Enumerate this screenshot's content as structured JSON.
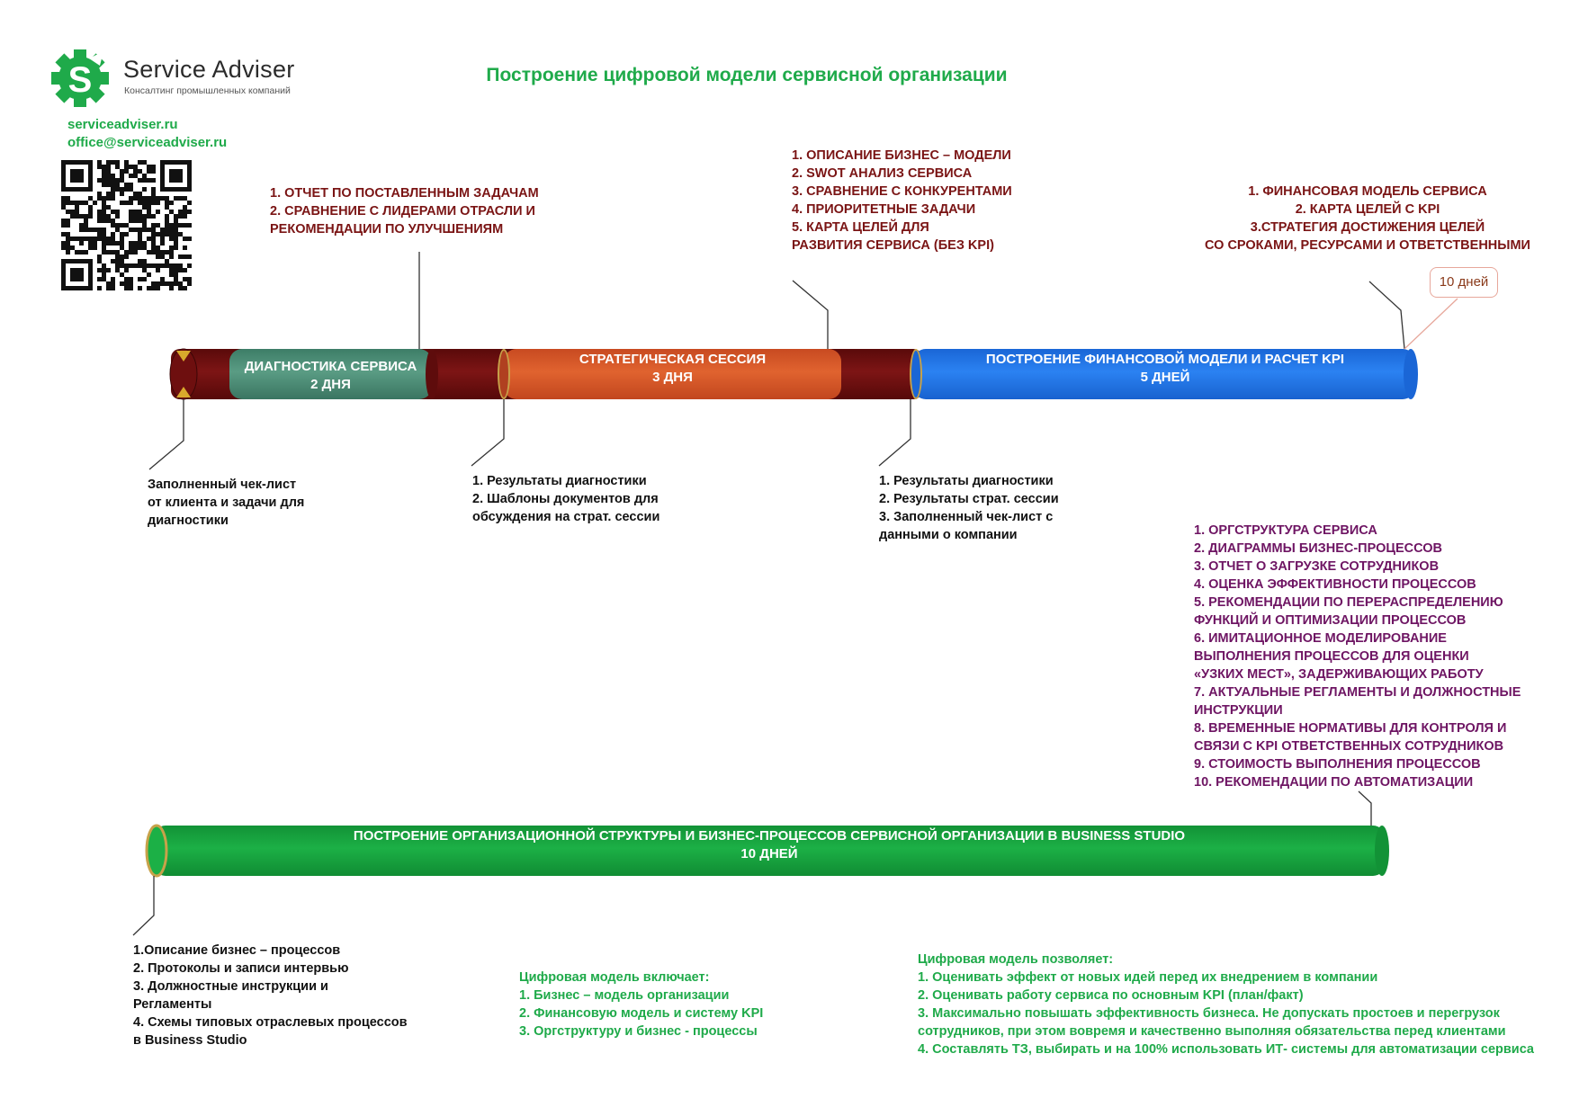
{
  "header": {
    "title": "Построение цифровой модели сервисной организации",
    "logo": {
      "name": "Service Adviser",
      "subtitle": "Консалтинг промышленных компаний",
      "mark_letter": "S"
    },
    "website": "serviceadviser.ru",
    "email": "office@serviceadviser.ru",
    "qr_icon": "qr-code-icon"
  },
  "colors": {
    "brand_green": "#1faa4a",
    "diagnostics_teal": "#4d8f78",
    "maroon": "#6e0f0f",
    "strategic_orange": "#d9562a",
    "finance_blue": "#1e73e8",
    "org_green": "#16a43e"
  },
  "stages": {
    "diagnostics": {
      "name": "ДИАГНОСТИКА СЕРВИСА",
      "duration": "2 ДНЯ"
    },
    "strategic": {
      "name": "СТРАТЕГИЧЕСКАЯ СЕССИЯ",
      "duration": "3 ДНЯ"
    },
    "finance": {
      "name": "ПОСТРОЕНИЕ ФИНАНСОВОЙ МОДЕЛИ И РАСЧЕТ KPI",
      "duration": "5 ДНЕЙ"
    },
    "org": {
      "name": "ПОСТРОЕНИЕ ОРГАНИЗАЦИОННОЙ СТРУКТУРЫ И БИЗНЕС-ПРОЦЕССОВ СЕРВИСНОЙ ОРГАНИЗАЦИИ В BUSINESS STUDIO",
      "duration": "10 ДНЕЙ"
    }
  },
  "outputs": {
    "diagnostics": "1. ОТЧЕТ ПО ПОСТАВЛЕННЫМ ЗАДАЧАМ\n2. СРАВНЕНИЕ С ЛИДЕРАМИ ОТРАСЛИ И\nРЕКОМЕНДАЦИИ ПО УЛУЧШЕНИЯМ",
    "strategic": "1. ОПИСАНИЕ БИЗНЕС – МОДЕЛИ\n2. SWOT АНАЛИЗ СЕРВИСА\n3. СРАВНЕНИЕ С КОНКУРЕНТАМИ\n4. ПРИОРИТЕТНЫЕ ЗАДАЧИ\n5. КАРТА ЦЕЛЕЙ ДЛЯ\nРАЗВИТИЯ СЕРВИСА (БЕЗ KPI)",
    "finance": "1. ФИНАНСОВАЯ МОДЕЛЬ СЕРВИСА\n2. КАРТА ЦЕЛЕЙ С KPI\n3.СТРАТЕГИЯ ДОСТИЖЕНИЯ ЦЕЛЕЙ\nСО СРОКАМИ, РЕСУРСАМИ  И ОТВЕТСТВЕННЫМИ",
    "finance_badge": "10 дней",
    "org": "1. ОРГСТРУКТУРА СЕРВИСА\n2. ДИАГРАММЫ БИЗНЕС-ПРОЦЕССОВ\n3. ОТЧЕТ О ЗАГРУЗКЕ СОТРУДНИКОВ\n4. ОЦЕНКА ЭФФЕКТИВНОСТИ ПРОЦЕССОВ\n5. РЕКОМЕНДАЦИИ ПО ПЕРЕРАСПРЕДЕЛЕНИЮ\nФУНКЦИЙ И ОПТИМИЗАЦИИ ПРОЦЕССОВ\n6. ИМИТАЦИОННОЕ МОДЕЛИРОВАНИЕ\nВЫПОЛНЕНИЯ ПРОЦЕССОВ ДЛЯ ОЦЕНКИ\n«УЗКИХ МЕСТ», ЗАДЕРЖИВАЮЩИХ РАБОТУ\n7. АКТУАЛЬНЫЕ РЕГЛАМЕНТЫ И ДОЛЖНОСТНЫЕ\nИНСТРУКЦИИ\n8. ВРЕМЕННЫЕ НОРМАТИВЫ ДЛЯ КОНТРОЛЯ И\nСВЯЗИ С KPI ОТВЕТСТВЕННЫХ СОТРУДНИКОВ\n9. СТОИМОСТЬ ВЫПОЛНЕНИЯ ПРОЦЕССОВ\n10. РЕКОМЕНДАЦИИ ПО АВТОМАТИЗАЦИИ"
  },
  "inputs": {
    "diagnostics": "Заполненный чек-лист\nот клиента и задачи для\n диагностики",
    "strategic": "1. Результаты диагностики\n2. Шаблоны документов для\nобсуждения на страт. сессии",
    "finance": "1. Результаты диагностики\n2. Результаты страт. сессии\n3. Заполненный чек-лист с\nданными о компании",
    "org": "1.Описание бизнес – процессов\n2. Протоколы и записи интервью\n3. Должностные инструкции и\nРегламенты\n4. Схемы типовых отраслевых процессов\nв Business Studio"
  },
  "summary": {
    "includes_title": "Цифровая модель включает:",
    "includes": "1. Бизнес – модель организации\n2. Финансовую модель и систему KPI\n3. Оргструктуру и бизнес - процессы",
    "allows_title": "Цифровая модель позволяет:",
    "allows": "1. Оценивать эффект от новых  идей перед их внедрением в компании\n2. Оценивать работу сервиса по основным KPI (план/факт)\n3. Максимально повышать эффективность бизнеса. Не допускать простоев и перегрузок\nсотрудников, при этом вовремя и качественно выполняя обязательства перед клиентами\n4. Составлять ТЗ, выбирать и на 100%  использовать ИТ- системы для автоматизации сервиса"
  }
}
